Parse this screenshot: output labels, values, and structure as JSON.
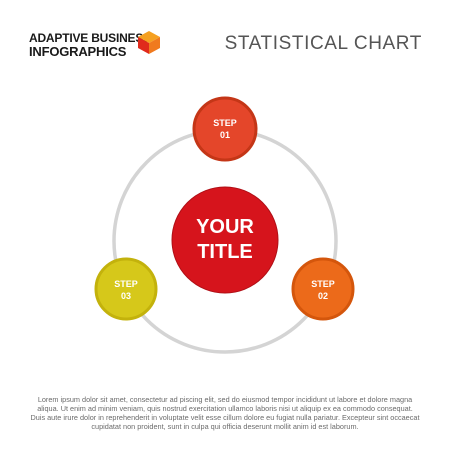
{
  "header": {
    "brand_line1": "ADAPTIVE BUSINESS",
    "brand_line2": "INFOGRAPHICS",
    "title": "STATISTICAL CHART",
    "logo_icon": "cube-icon"
  },
  "diagram": {
    "center": {
      "line1": "YOUR",
      "line2": "TITLE",
      "color": "#d6141c"
    },
    "steps": [
      {
        "label": "STEP",
        "number": "01",
        "color": "#e4462a"
      },
      {
        "label": "STEP",
        "number": "02",
        "color": "#ec6a1a"
      },
      {
        "label": "STEP",
        "number": "03",
        "color": "#d6c81a"
      }
    ],
    "ring_color": "#d4d4d4"
  },
  "body_text": "Lorem ipsum dolor sit amet, consectetur ad piscing elit, sed do eiusmod tempor incididunt ut labore et dolore magna aliqua. Ut enim ad minim veniam, quis nostrud exercitation ullamco laboris nisi ut aliquip ex ea commodo consequat. Duis aute irure dolor in reprehenderit in voluptate velit esse cillum dolore eu fugiat nulla pariatur. Excepteur sint occaecat cupidatat non proident, sunt in culpa qui officia deserunt mollit anim id est laborum."
}
